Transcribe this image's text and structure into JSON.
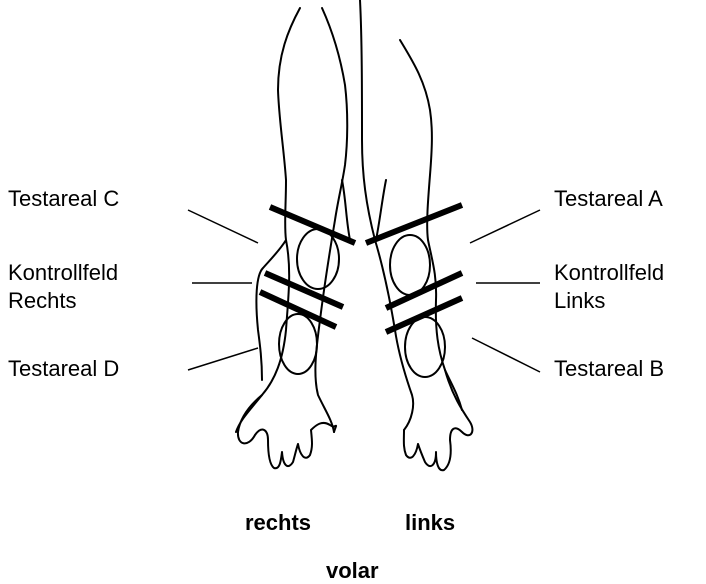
{
  "labels": {
    "testareal_c": "Testareal C",
    "kontrollfeld_rechts_line1": "Kontrollfeld",
    "kontrollfeld_rechts_line2": "Rechts",
    "testareal_d": "Testareal D",
    "testareal_a": "Testareal A",
    "kontrollfeld_links_line1": "Kontrollfeld",
    "kontrollfeld_links_line2": "Links",
    "testareal_b": "Testareal B",
    "rechts": "rechts",
    "links": "links",
    "volar": "volar"
  },
  "colors": {
    "ink": "#000000",
    "paper": "#ffffff"
  }
}
